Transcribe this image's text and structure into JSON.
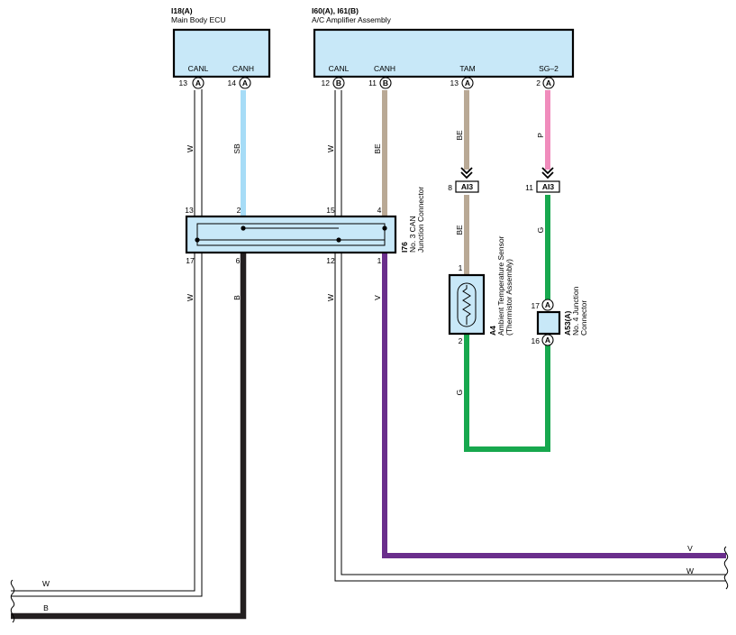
{
  "components": {
    "main_body_ecu": {
      "code": "I18(A)",
      "name": "Main Body ECU",
      "pins": [
        {
          "num": "13",
          "conn": "A",
          "label": "CANL"
        },
        {
          "num": "14",
          "conn": "A",
          "label": "CANH"
        }
      ]
    },
    "ac_amplifier": {
      "code": "I60(A), I61(B)",
      "name": "A/C Amplifier Assembly",
      "pins": [
        {
          "num": "12",
          "conn": "B",
          "label": "CANL"
        },
        {
          "num": "11",
          "conn": "B",
          "label": "CANH"
        },
        {
          "num": "13",
          "conn": "A",
          "label": "TAM"
        },
        {
          "num": "2",
          "conn": "A",
          "label": "SG–2"
        }
      ]
    },
    "can_junction": {
      "code": "I76",
      "name_lines": [
        "No. 3 CAN",
        "Junction Connector"
      ],
      "top_pins": [
        "13",
        "2",
        "15",
        "4"
      ],
      "bottom_pins": [
        "17",
        "6",
        "12",
        "1"
      ]
    },
    "inline_connectors": [
      {
        "num": "8",
        "label": "AI3"
      },
      {
        "num": "11",
        "label": "AI3"
      }
    ],
    "ambient_sensor": {
      "code": "A4",
      "name_lines": [
        "Ambient Temperature Sensor",
        "(Thermistor Assembly)"
      ],
      "pin_top": "1",
      "pin_bottom": "2"
    },
    "junction_4": {
      "code": "A53(A)",
      "name_lines": [
        "No. 4 Junction",
        "Connector"
      ],
      "pin_top": {
        "num": "17",
        "conn": "A"
      },
      "pin_bottom": {
        "num": "16",
        "conn": "A"
      }
    }
  },
  "wire_labels": {
    "ecu_canl_top": "W",
    "ecu_canh_top": "SB",
    "amp_canl_top": "W",
    "amp_canh_top": "BE",
    "tam_upper": "BE",
    "sg2_upper": "P",
    "tam_lower": "BE",
    "sg2_lower": "G",
    "ecu_canl_bottom": "W",
    "ecu_canh_bottom": "B",
    "amp_canl_bottom": "W",
    "amp_canh_bottom": "V",
    "sensor_return": "G",
    "right_v": "V",
    "right_w": "W",
    "left_w": "W",
    "left_b": "B"
  },
  "wire_colors": {
    "W": "#ffffff",
    "SB": "#a6dcf7",
    "BE": "#b9a995",
    "P": "#f08cbc",
    "G": "#17a84e",
    "B": "#231f20",
    "V": "#6a2e8c",
    "box_fill": "#c8e8f8"
  }
}
